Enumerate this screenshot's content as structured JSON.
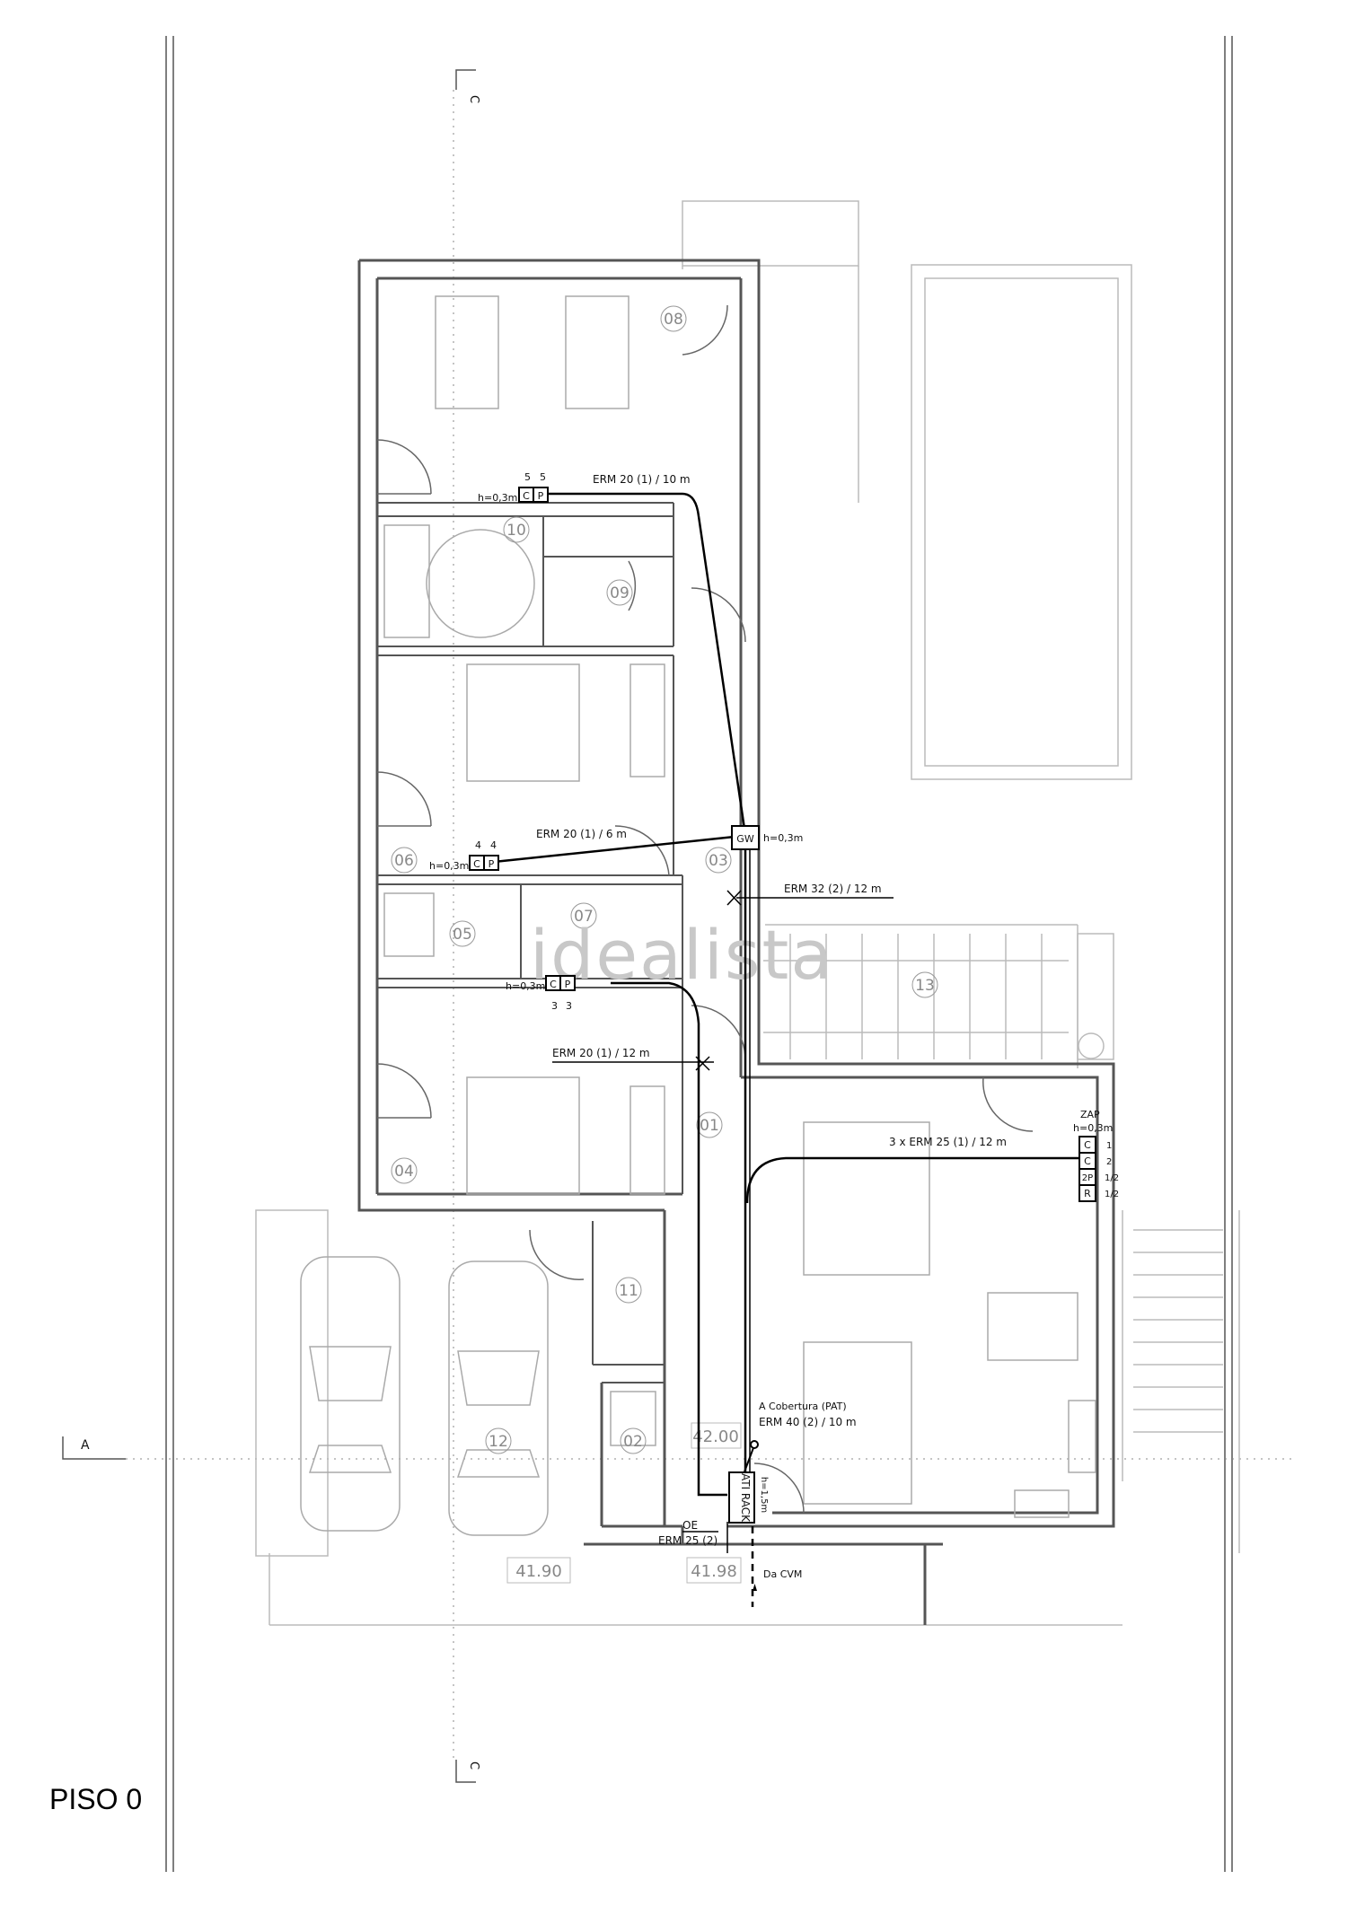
{
  "title": "PISO 0",
  "watermark": "idealista",
  "section_marks": {
    "a_bottom": "A",
    "c_top": "C",
    "c_bottom": "C"
  },
  "rooms": [
    "08",
    "10",
    "09",
    "06",
    "03",
    "05",
    "07",
    "04",
    "01",
    "13",
    "11",
    "12",
    "02"
  ],
  "levels": [
    "42.00",
    "41.90",
    "41.98"
  ],
  "outlets": {
    "room08": {
      "height": "h=0,3m",
      "codes": [
        "C",
        "P"
      ],
      "numbers": [
        "5",
        "5"
      ]
    },
    "room06": {
      "height": "h=0,3m",
      "codes": [
        "C",
        "P"
      ],
      "numbers": [
        "4",
        "4"
      ]
    },
    "room04": {
      "height": "h=0,3m",
      "codes": [
        "C",
        "P"
      ],
      "numbers": [
        "3",
        "3"
      ]
    }
  },
  "gateway": {
    "label": "GW",
    "height": "h=0,3m"
  },
  "zap": {
    "title": "ZAP",
    "height": "h=0,3m",
    "rows": [
      {
        "code": "C",
        "count": "1"
      },
      {
        "code": "C",
        "count": "2"
      },
      {
        "code": "2P",
        "count": "1/2"
      },
      {
        "code": "R",
        "count": "1/2"
      }
    ]
  },
  "rack": {
    "label": "ATI RACK",
    "height": "h=1,5m"
  },
  "cables": {
    "c08": "ERM 20 (1) / 10 m",
    "c06": "ERM 20 (1) /  6 m",
    "c03": "ERM 32 (2) / 12 m",
    "c04": "ERM 20 (1) / 12 m",
    "czap": "3 x ERM 25 (1) / 12 m",
    "pat_to": "A Cobertura (PAT)",
    "pat": "ERM 40 (2) / 10 m",
    "oe": "OE",
    "oe_cable": "ERM 25 (2)",
    "cvm": "Da CVM"
  }
}
